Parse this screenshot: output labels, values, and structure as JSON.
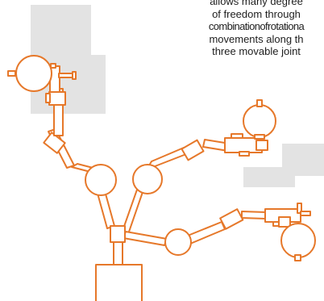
{
  "caption": {
    "lines": [
      "allows many degree",
      "of freedom through",
      "combinationofrotationa",
      "movements along th",
      "three movable joint"
    ]
  },
  "colors": {
    "stroke": "#e6782a",
    "fill": "#ffffff",
    "background_block": "#e3e3e3",
    "text": "#1e1e1e"
  }
}
